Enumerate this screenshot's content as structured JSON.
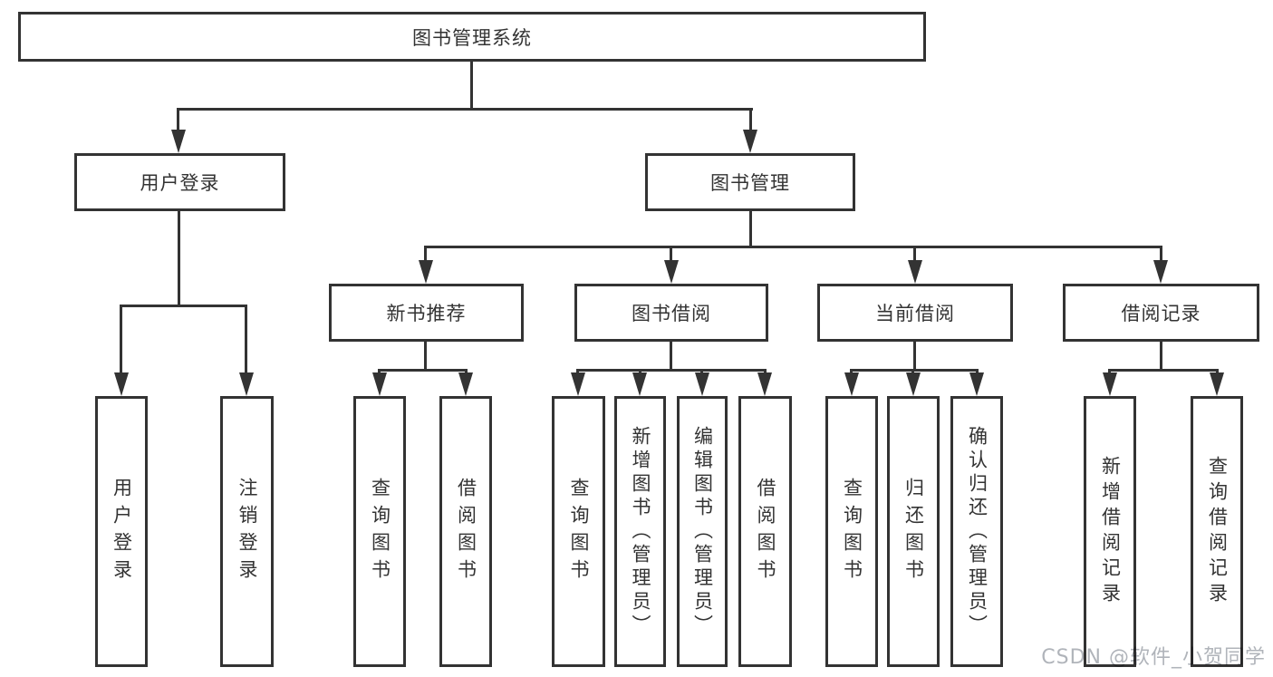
{
  "colors": {
    "line": "#333333",
    "box_border": "#333333",
    "text": "#333333",
    "background": "#ffffff",
    "watermark": "#b0b4ba"
  },
  "diagram": {
    "root": {
      "label": "图书管理系统"
    },
    "level2": [
      {
        "label": "用户登录"
      },
      {
        "label": "图书管理"
      }
    ],
    "level3": [
      {
        "label": "新书推荐"
      },
      {
        "label": "图书借阅"
      },
      {
        "label": "当前借阅"
      },
      {
        "label": "借阅记录"
      }
    ],
    "leaves": {
      "user_login": [
        {
          "label": "用户登录"
        },
        {
          "label": "注销登录"
        }
      ],
      "new_book": [
        {
          "label": "查询图书"
        },
        {
          "label": "借阅图书"
        }
      ],
      "book_borrow": [
        {
          "label": "查询图书"
        },
        {
          "label": "新增图书（管理员）"
        },
        {
          "label": "编辑图书（管理员）"
        },
        {
          "label": "借阅图书"
        }
      ],
      "current_borrow": [
        {
          "label": "查询图书"
        },
        {
          "label": "归还图书"
        },
        {
          "label": "确认归还（管理员）"
        }
      ],
      "borrow_records": [
        {
          "label": "新增借阅记录"
        },
        {
          "label": "查询借阅记录"
        }
      ]
    }
  },
  "watermark": {
    "text": "CSDN @软件_小贺同学"
  }
}
